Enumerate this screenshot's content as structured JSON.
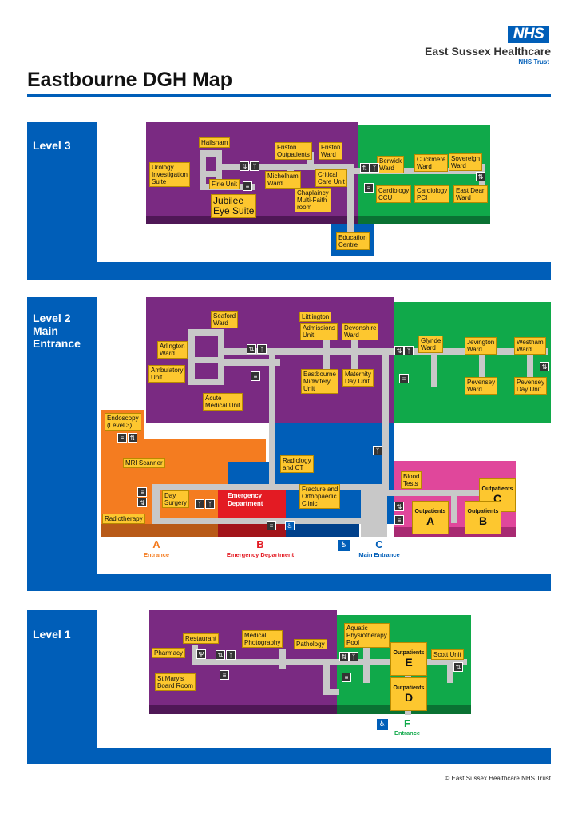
{
  "header": {
    "logo_text": "NHS",
    "org_name": "East Sussex Healthcare",
    "org_sub": "NHS Trust",
    "title": "Eastbourne DGH Map"
  },
  "colors": {
    "nhs_blue": "#005eb8",
    "purple": "#7a2a82",
    "green": "#10a94a",
    "orange": "#f47c20",
    "pink": "#e0479b",
    "red": "#e31b23",
    "label_yellow": "#fdc72f",
    "corridor": "#c8c8c8"
  },
  "level3": {
    "label": "Level 3",
    "places": {
      "hailsham": "Hailsham",
      "urology": "Urology\nInvestigation\nSuite",
      "firle": "Firle Unit",
      "jubilee": "Jubilee\nEye Suite",
      "friston_out": "Friston\nOutpatients",
      "friston_ward": "Friston\nWard",
      "michelham": "Michelham\nWard",
      "critical_care": "Critical\nCare Unit",
      "chaplaincy": "Chaplaincy\nMulti-Faith\nroom",
      "education": "Education\nCentre",
      "berwick": "Berwick\nWard",
      "cuckmere": "Cuckmere\nWard",
      "sovereign": "Sovereign\nWard",
      "cardiology_ccu": "Cardiology\nCCU",
      "cardiology_pci": "Cardiology\nPCI",
      "east_dean": "East Dean\nWard"
    }
  },
  "level2": {
    "label": "Level 2\nMain\nEntrance",
    "places": {
      "seaford": "Seaford\nWard",
      "arlington": "Arlington\nWard",
      "ambulatory": "Ambulatory\nUnit",
      "acute_medical": "Acute\nMedical Unit",
      "littlington": "Littlington",
      "admissions": "Admissions\nUnit",
      "devonshire": "Devonshire\nWard",
      "eastbourne_midwifery": "Eastbourne\nMidwifery\nUnit",
      "maternity": "Maternity\nDay Unit",
      "glynde": "Glynde\nWard",
      "jevington": "Jevington\nWard",
      "westham": "Westham\nWard",
      "pevensey_ward": "Pevensey\nWard",
      "pevensey_day": "Pevensey\nDay Unit",
      "endoscopy": "Endoscopy\n(Level 3)",
      "mri": "MRI Scanner",
      "radiology": "Radiology\nand CT",
      "radiotherapy": "Radiotherapy",
      "day_surgery": "Day\nSurgery",
      "emergency_department": "Emergency\nDepartment",
      "fracture": "Fracture and\nOrthopaedic\nClinic",
      "blood_tests": "Blood\nTests",
      "outpatients_word": "Outpatients",
      "outpatients_a": "A",
      "outpatients_b": "B",
      "outpatients_c": "C"
    },
    "entrances": {
      "a_letter": "A",
      "a_name": "Entrance",
      "b_letter": "B",
      "b_name": "Emergency Department",
      "c_letter": "C",
      "c_name": "Main Entrance"
    }
  },
  "level1": {
    "label": "Level 1",
    "places": {
      "restaurant": "Restaurant",
      "medical_photography": "Medical\nPhotography",
      "pathology": "Pathology",
      "pharmacy": "Pharmacy",
      "st_marys": "St Mary's\nBoard Room",
      "aquatic": "Aquatic\nPhysiotherapy\nPool",
      "outpatients_word": "Outpatients",
      "outpatients_e": "E",
      "outpatients_d": "D",
      "scott": "Scott Unit"
    },
    "entrances": {
      "f_letter": "F",
      "f_name": "Entrance"
    }
  },
  "icons": {
    "lift": "lift-icon",
    "stairs": "stairs-icon",
    "toilets": "toilets-icon",
    "disabled": "disabled-access-icon",
    "restaurant": "restaurant-icon"
  },
  "footer": {
    "copyright": "© East Sussex Healthcare NHS Trust"
  }
}
